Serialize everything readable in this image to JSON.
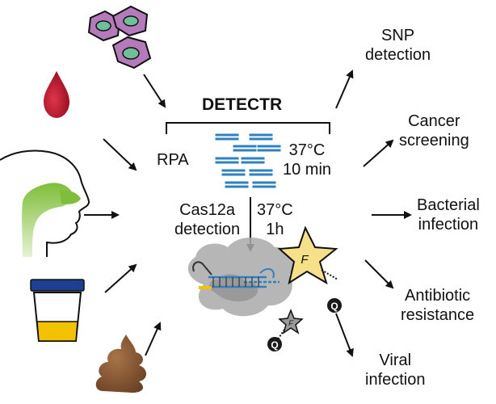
{
  "title": "DETECTR",
  "rpa": {
    "label": "RPA",
    "temp": "37°C",
    "time": "10 min"
  },
  "cas": {
    "line1": "Cas12a",
    "line2": "detection",
    "temp": "37°C",
    "time": "1h"
  },
  "outputs": [
    {
      "line1": "SNP",
      "line2": "detection"
    },
    {
      "line1": "Cancer",
      "line2": "screening"
    },
    {
      "line1": "Bacterial",
      "line2": "infection"
    },
    {
      "line1": "Antibiotic",
      "line2": "resistance"
    },
    {
      "line1": "Viral",
      "line2": "infection"
    }
  ],
  "reporter_labels": {
    "fluorophore": "F",
    "quencher": "Q"
  },
  "sample_icons": [
    "cells-icon",
    "blood-drop-icon",
    "nasal-swab-icon",
    "urine-cup-icon",
    "stool-icon"
  ],
  "colors": {
    "cells_fill": "#b57ab9",
    "nucleus": "#6fbf9a",
    "blood": "#c0182e",
    "swab": "#8cc63f",
    "urine": "#f2c200",
    "cup_lid": "#1d3f8f",
    "stool": "#8a5a35",
    "dna": "#2f7fc1",
    "protein": "#a9a9a9",
    "fluor": "#f7e08a"
  }
}
